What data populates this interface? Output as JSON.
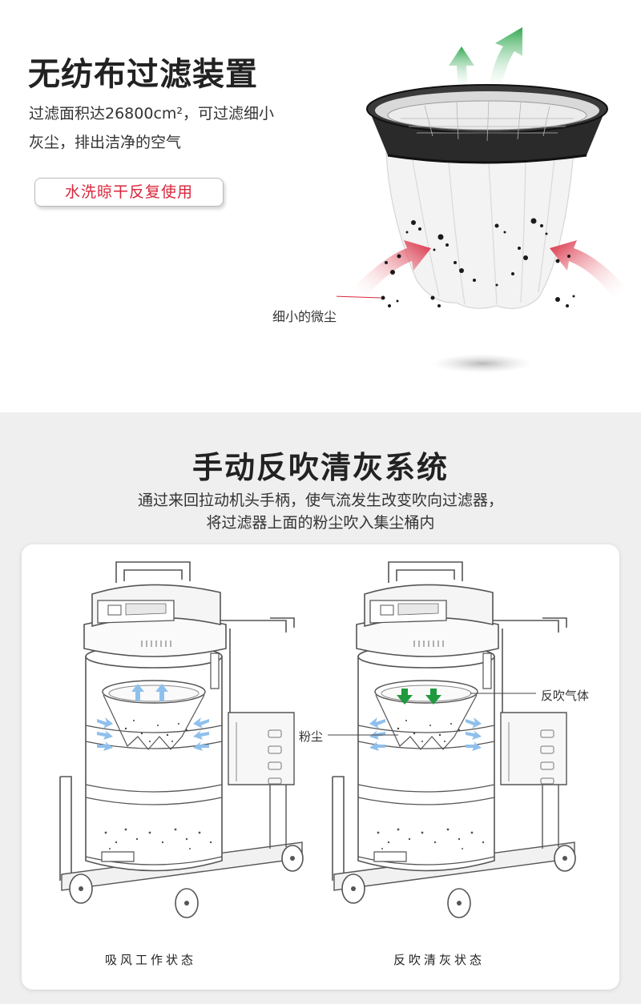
{
  "section1": {
    "title": "无纺布过滤装置",
    "desc_line1": "过滤面积达26800cm²，可过滤细小",
    "desc_line2": "灰尘，排出洁净的空气",
    "badge": "水洗晾干反复使用",
    "dust_label": "细小的微尘"
  },
  "section2": {
    "title": "手动反吹清灰系统",
    "desc_line1": "通过来回拉动机头手柄，使气流发生改变吹向过滤器，",
    "desc_line2": "将过滤器上面的粉尘吹入集尘桶内",
    "dust_callout": "粉尘",
    "reverse_callout": "反吹气体",
    "left_caption": "吸风工作状态",
    "right_caption": "反吹清灰状态"
  },
  "colors": {
    "accent_red": "#d8263b",
    "arrow_green": "#2fa84f",
    "arrow_blue": "#7fb6e6",
    "bg_grey": "#efefef"
  }
}
